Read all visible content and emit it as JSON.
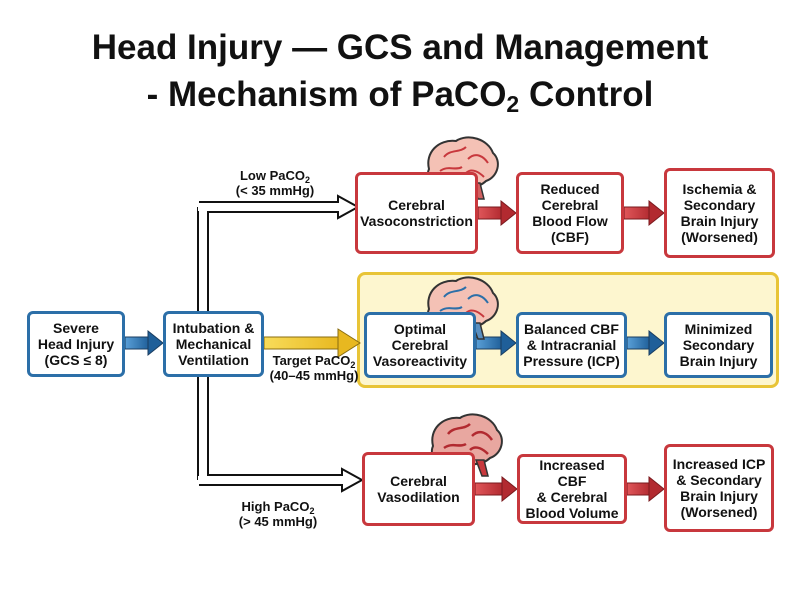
{
  "title": {
    "line1": "Head Injury — GCS and Management",
    "line2_prefix": "- Mechanism of PaCO",
    "line2_sub": "2",
    "line2_suffix": " Control"
  },
  "nodes": {
    "severe": "Severe\nHead Injury\n(GCS ≤ 8)",
    "intubation": "Intubation &\nMechanical\nVentilation",
    "low": {
      "vaso": "Cerebral\nVasoconstriction",
      "cbf": "Reduced\nCerebral\nBlood Flow\n(CBF)",
      "outcome": "Ischemia &\nSecondary\nBrain Injury\n(Worsened)"
    },
    "target": {
      "vaso": "Optimal\nCerebral\nVasoreactivity",
      "cbf": "Balanced CBF\n& Intracranial\nPressure (ICP)",
      "outcome": "Minimized\nSecondary\nBrain Injury"
    },
    "high": {
      "vaso": "Cerebral\nVasodilation",
      "cbf": "Increased CBF\n& Cerebral\nBlood Volume",
      "outcome": "Increased ICP\n& Secondary\nBrain Injury\n(Worsened)"
    }
  },
  "branch_labels": {
    "low": {
      "prefix": "Low PaCO",
      "sub": "2",
      "range": "(< 35 mmHg)"
    },
    "target": {
      "prefix": "Target PaCO",
      "sub": "2",
      "range": "(40–45 mmHg)"
    },
    "high": {
      "prefix": "High PaCO",
      "sub": "2",
      "range": "(> 45 mmHg)"
    }
  },
  "colors": {
    "red": "#c8383d",
    "blue": "#2c6fa8",
    "yellow": "#f2cb2f",
    "panel": "#fdf6cf",
    "brain_red": "#e8a7a0",
    "brain_blue": "#f4c1b5"
  },
  "icons": [
    "brain-icon-constricted",
    "brain-icon-optimal",
    "brain-icon-dilated"
  ]
}
